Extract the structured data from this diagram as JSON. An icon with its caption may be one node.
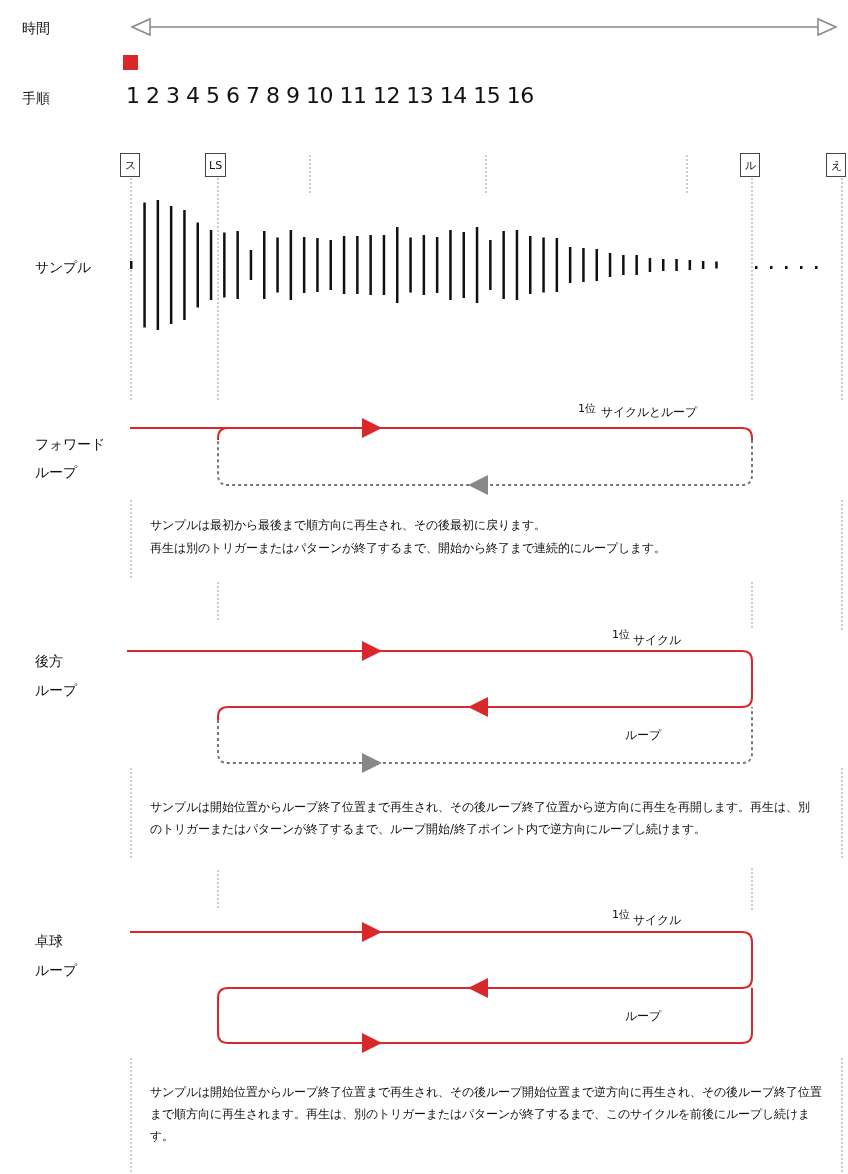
{
  "diagram": {
    "nodes": [
      {
        "text": [
          "ス"
        ]
      },
      {
        "text": [
          "LS"
        ]
      },
      {
        "text": [
          "ル"
        ]
      },
      {
        "text": [
          "え"
        ]
      }
    ],
    "labels": [
      "時間",
      "手順",
      "1 2 3 4 5 6 7 8 9 10 11 12 13 14 15 16",
      "サンプル",
      "1位",
      "サイクルとループ",
      "フォワード",
      "ループ",
      "サンプルは最初から最後まで順方向に再生され、その後最初に戻ります。",
      "再生は別のトリガーまたはパターンが終了するまで、開始から終了まで連続的にループします。",
      "1位",
      "サイクル",
      "後方",
      "ループ",
      "ループ",
      "サンプルは開始位置からループ終了位置まで再生され、その後ループ終了位置から逆方向に再生を再開します。再生は、別のトリガーまたはパターンが終了するまで、ループ開始/終了ポイント内で逆方向にループし続けます。",
      "1位",
      "サイクル",
      "卓球",
      "ループ",
      "ループ",
      "サンプルは開始位置からループ終了位置まで再生され、その後ループ開始位置まで逆方向に再生され、その後ループ終了位置まで順方向に再生されます。再生は、別のトリガーまたはパターンが終了するまで、このサイクルを前後にループし続けます。"
    ]
  }
}
